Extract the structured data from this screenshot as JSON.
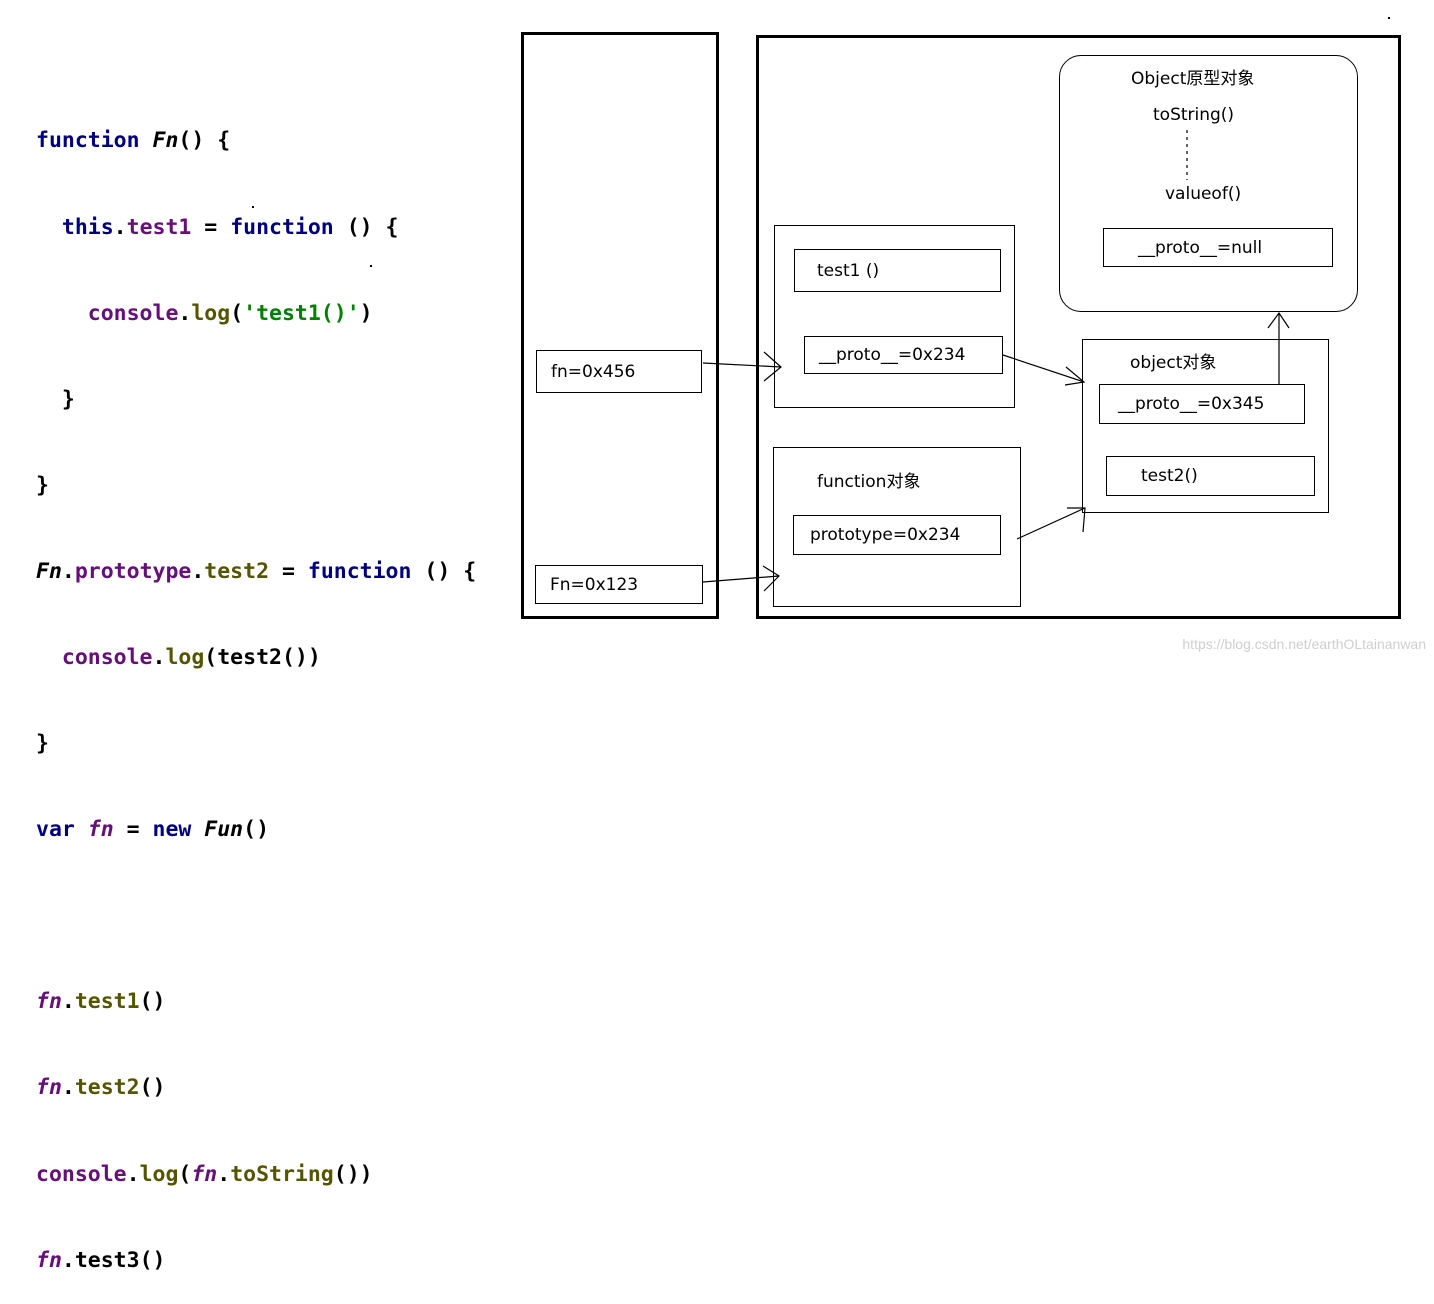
{
  "code": {
    "l1": {
      "kw": "function ",
      "name": "Fn",
      "rest": "() {"
    },
    "l2": {
      "kw": "this",
      "dot": ".",
      "fld": "test1",
      "eq": " = ",
      "kw2": "function",
      "rest": " () {"
    },
    "l3": {
      "obj": "console",
      "dot": ".",
      "mth": "log",
      "open": "(",
      "str": "'test1()'",
      "close": ")"
    },
    "l4": "}",
    "l5": "}",
    "l6": {
      "name": "Fn",
      "dot": ".",
      "fld": "prototype",
      "dot2": ".",
      "mth": "test2",
      "eq": " = ",
      "kw": "function",
      "rest": " () {"
    },
    "l7": {
      "obj": "console",
      "dot": ".",
      "mth": "log",
      "rest": "(test2())"
    },
    "l8": "}",
    "l9": {
      "kw": "var ",
      "name": "fn",
      "eq": " = ",
      "kw2": "new ",
      "name2": "Fun",
      "rest": "()"
    },
    "l11": {
      "name": "fn",
      "dot": ".",
      "mth": "test1",
      "rest": "()"
    },
    "l12": {
      "name": "fn",
      "dot": ".",
      "mth": "test2",
      "rest": "()"
    },
    "l13": {
      "obj": "console",
      "dot": ".",
      "mth": "log",
      "open": "(",
      "name": "fn",
      "dot2": ".",
      "mth2": "toString",
      "rest": "())"
    },
    "l14": {
      "name": "fn",
      "dot": ".",
      "rest": "test3()"
    }
  },
  "diagram": {
    "stack": {
      "fn_ref": "fn=0x456",
      "Fn_ref": "Fn=0x123"
    },
    "instance": {
      "test1": "test1 ()",
      "proto": "__proto__=0x234"
    },
    "function_obj": {
      "title": "function对象",
      "prototype": "prototype=0x234"
    },
    "object_obj": {
      "title": "object对象",
      "proto": "__proto__=0x345",
      "test2": "test2()"
    },
    "object_proto": {
      "title": "Object原型对象",
      "toString": "toString()",
      "valueof": "valueof()",
      "proto": "__proto__=null"
    }
  },
  "watermark": "https://blog.csdn.net/earthOLtainanwan"
}
